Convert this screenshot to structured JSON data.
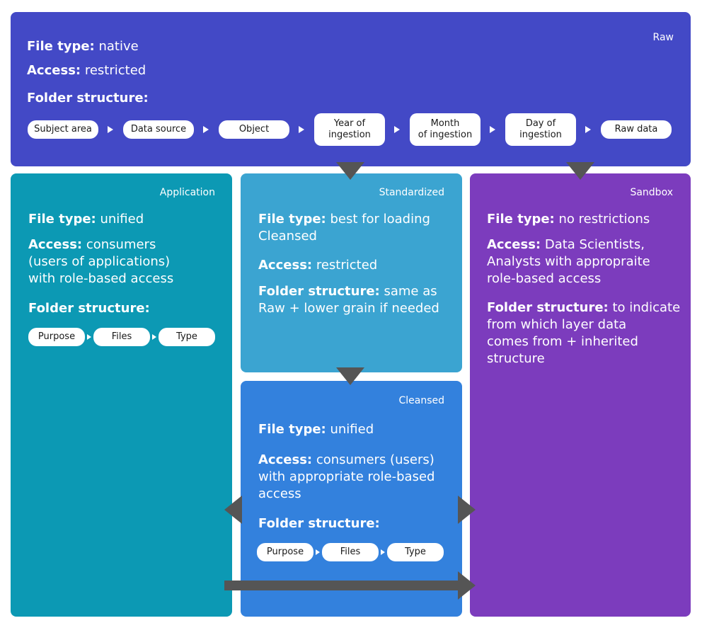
{
  "colors": {
    "raw": "#4349C6",
    "application": "#0C99B4",
    "standardized": "#3BA4D1",
    "cleansed": "#3381DD",
    "sandbox": "#7C3CBD",
    "connector": "#555555"
  },
  "raw": {
    "tag": "Raw",
    "file_type_label": "File type",
    "file_type_value": "native",
    "access_label": "Access",
    "access_value": "restricted",
    "folder_label": "Folder structure",
    "path": [
      "Subject area",
      "Data source",
      "Object",
      "Year of\ningestion",
      "Month\nof ingestion",
      "Day of\ningestion",
      "Raw data"
    ]
  },
  "application": {
    "tag": "Application",
    "file_type_label": "File type",
    "file_type_value": "unified",
    "access_label": "Access",
    "access_lines": [
      "consumers",
      "(users of applications)",
      "with role-based access"
    ],
    "folder_label": "Folder structure",
    "path": [
      "Purpose",
      "Files",
      "Type"
    ]
  },
  "standardized": {
    "tag": "Standardized",
    "file_type_label": "File type",
    "file_type_lines": [
      "best for loading",
      "Cleansed"
    ],
    "access_label": "Access",
    "access_value": "restricted",
    "folder_label": "Folder structure",
    "folder_lines": [
      "same as",
      "Raw + lower grain if needed"
    ]
  },
  "cleansed": {
    "tag": "Cleansed",
    "file_type_label": "File type",
    "file_type_value": "unified",
    "access_label": "Access",
    "access_lines": [
      "consumers (users)",
      "with appropriate role-based",
      "access"
    ],
    "folder_label": "Folder structure",
    "path": [
      "Purpose",
      "Files",
      "Type"
    ]
  },
  "sandbox": {
    "tag": "Sandbox",
    "file_type_label": "File type",
    "file_type_value": "no restrictions",
    "access_label": "Access",
    "access_lines": [
      "Data Scientists,",
      "Analysts with appropraite",
      "role-based access"
    ],
    "folder_label": "Folder structure",
    "folder_lines": [
      "to indicate",
      "from which layer data",
      "comes from + inherited",
      "structure"
    ]
  }
}
